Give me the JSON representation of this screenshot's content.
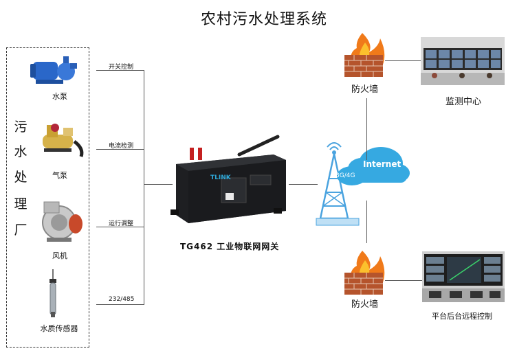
{
  "title": "农村污水处理系统",
  "left_vertical_text": [
    "污",
    "水",
    "处",
    "理",
    "厂"
  ],
  "devices": [
    {
      "label": "水泵"
    },
    {
      "label": "气泵"
    },
    {
      "label": "风机"
    },
    {
      "label": "水质传感器"
    }
  ],
  "signals": [
    {
      "label": "开关控制"
    },
    {
      "label": "电流检测"
    },
    {
      "label": "运行调整"
    },
    {
      "label": "232/485"
    }
  ],
  "gateway": {
    "label": "TG462 工业物联网网关",
    "brand": "TLINK"
  },
  "tower": {
    "label": "3G/4G"
  },
  "cloud": {
    "label": "Internet"
  },
  "firewalls": [
    {
      "label": "防火墙"
    },
    {
      "label": "防火墙"
    }
  ],
  "sites": [
    {
      "label": "监测中心"
    },
    {
      "label": "平台后台远程控制"
    }
  ],
  "colors": {
    "line": "#555555",
    "cloud": "#36a9e1",
    "tower": "#4aa3df",
    "brick": "#b5542c",
    "flame": "#f07a1a"
  }
}
